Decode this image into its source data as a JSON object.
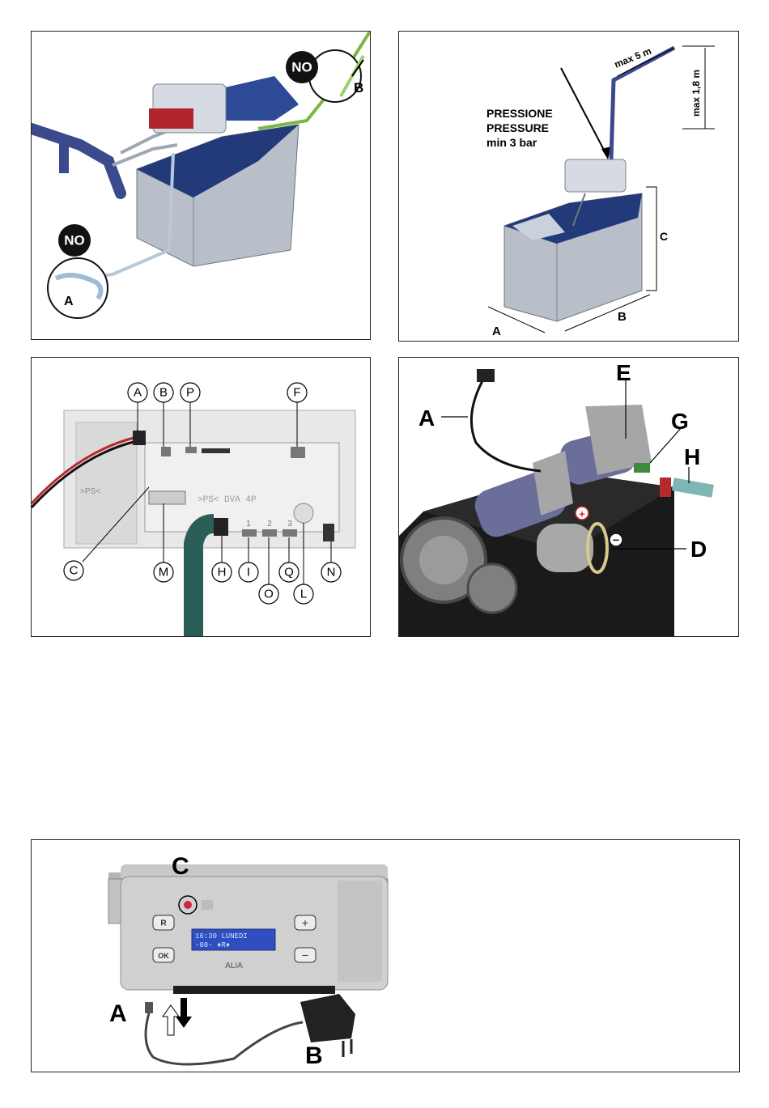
{
  "panel1": {
    "no_top": "NO",
    "no_bottom": "NO",
    "label_a": "A",
    "label_b": "B"
  },
  "panel2": {
    "pressure_line1": "PRESSIONE",
    "pressure_line2": "PRESSURE",
    "pressure_line3": "min 3 bar",
    "max_length": "max 5 m",
    "max_height": "max 1,8 m",
    "label_a": "A",
    "label_b": "B",
    "label_c": "C"
  },
  "panel3": {
    "callouts_top": [
      "A",
      "B",
      "P",
      "F"
    ],
    "callouts_left": [
      "C"
    ],
    "callouts_bottom": [
      "M",
      "H",
      "I",
      "O",
      "Q",
      "L",
      "N"
    ],
    "board_text": ">PS< DVA 4P",
    "board_numbers": [
      "1",
      "2",
      "3"
    ],
    "side_label": ">PS<"
  },
  "panel4": {
    "label_a": "A",
    "label_d": "D",
    "label_e": "E",
    "label_g": "G",
    "label_h": "H",
    "plus": "+",
    "minus": "−"
  },
  "panel5": {
    "label_a": "A",
    "label_b": "B",
    "label_c": "C",
    "display_line1": "16:30 LUNEDI",
    "display_line2": "-08-  ♦R♦",
    "brand": "ALIA",
    "button_r": "R",
    "button_ok": "OK",
    "button_plus": "+",
    "button_minus": "−"
  }
}
